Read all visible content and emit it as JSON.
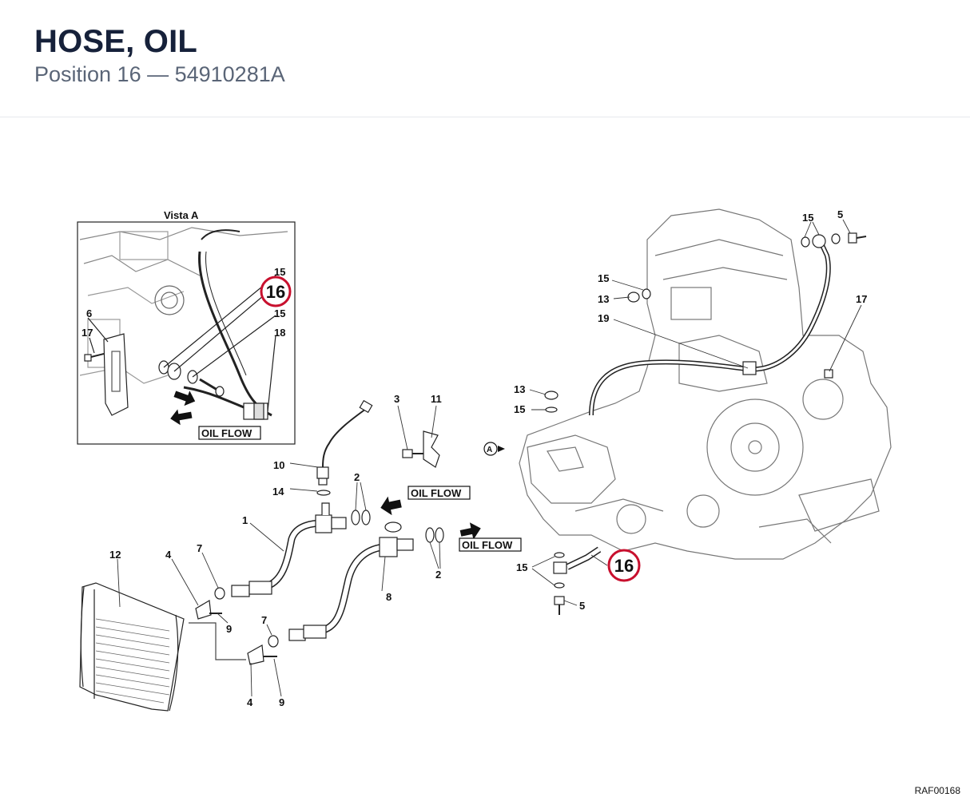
{
  "header": {
    "title": "HOSE, OIL",
    "subtitle": "Position 16 — 54910281A"
  },
  "diagram": {
    "inset_title": "Vista A",
    "oil_flow": "OIL FLOW",
    "view_marker": "A",
    "highlight_position": "16",
    "highlight_color": "#c8102e",
    "drawing_ref": "RAF00168",
    "labels": {
      "inset_15a": "15",
      "inset_15b": "15",
      "inset_18": "18",
      "inset_6": "6",
      "inset_17": "17",
      "p3": "3",
      "p11": "11",
      "p10": "10",
      "p14": "14",
      "p2a": "2",
      "p2b": "2",
      "p1": "1",
      "p12": "12",
      "p4a": "4",
      "p7a": "7",
      "p9a": "9",
      "p8": "8",
      "p7b": "7",
      "p4b": "4",
      "p9b": "9",
      "e15a": "15",
      "e5a": "5",
      "e15b": "15",
      "e13a": "13",
      "e19": "19",
      "e17": "17",
      "e13b": "13",
      "e15c": "15",
      "e15d": "15",
      "e5b": "5"
    }
  }
}
